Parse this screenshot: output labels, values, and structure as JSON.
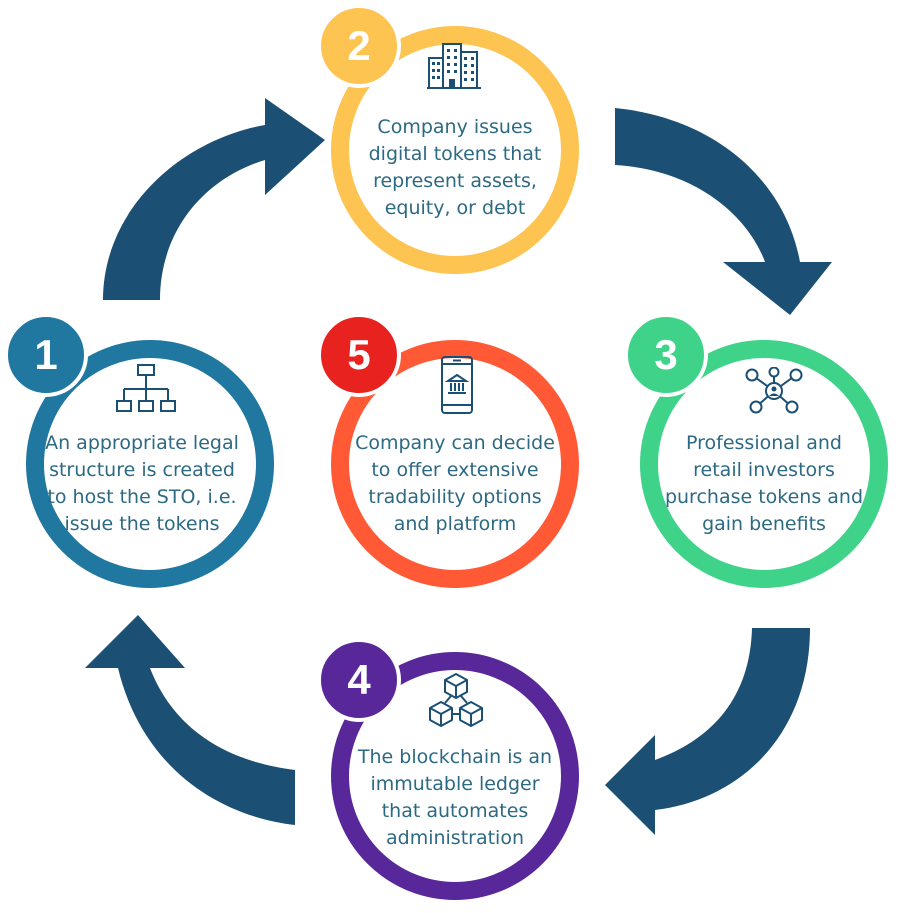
{
  "colors": {
    "arrow": "#1c4f74",
    "icon": "#1c4f74",
    "text": "#2c6a83",
    "step1": "#2077a0",
    "step2": "#fec452",
    "step3": "#3fd38a",
    "step4": "#58279a",
    "step5": "#ff5a35",
    "badge5": "#e8231f"
  },
  "steps": [
    {
      "number": "1",
      "icon": "org-chart-icon",
      "lines": [
        "An appropriate legal",
        "structure is created",
        "to host the STO, i.e.",
        "issue the tokens"
      ]
    },
    {
      "number": "2",
      "icon": "buildings-icon",
      "lines": [
        "Company issues",
        "digital tokens that",
        "represent assets,",
        "equity, or debt"
      ]
    },
    {
      "number": "3",
      "icon": "network-people-icon",
      "lines": [
        "Professional and",
        "retail investors",
        "purchase tokens and",
        "gain benefits"
      ]
    },
    {
      "number": "4",
      "icon": "blockchain-cubes-icon",
      "lines": [
        "The blockchain is an",
        "immutable ledger",
        "that automates",
        "administration"
      ]
    },
    {
      "number": "5",
      "icon": "mobile-bank-icon",
      "lines": [
        "Company can decide",
        "to offer extensive",
        "tradability options",
        "and platform"
      ]
    }
  ]
}
